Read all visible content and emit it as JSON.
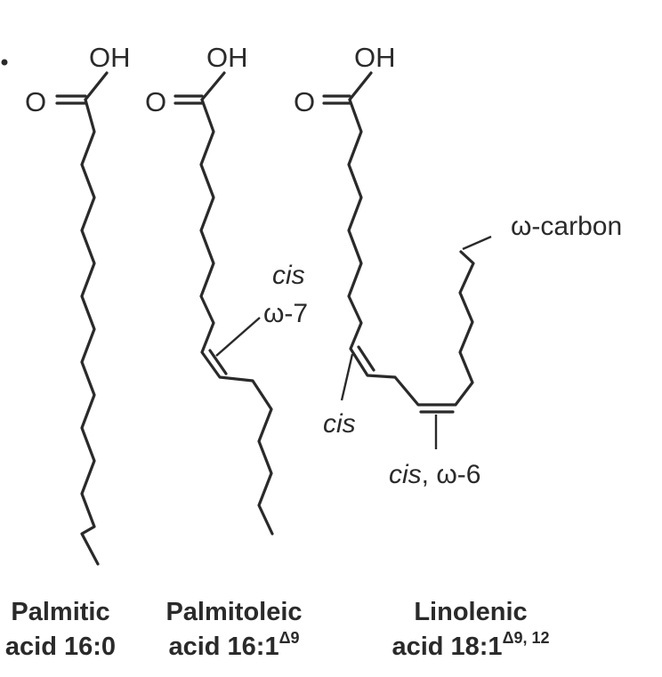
{
  "molecules": [
    {
      "id": "palmitic",
      "oh": "OH",
      "o": "O",
      "name_line1": "Palmitic",
      "name_line2": "acid 16:0",
      "superscript": ""
    },
    {
      "id": "palmitoleic",
      "oh": "OH",
      "o": "O",
      "name_line1": "Palmitoleic",
      "name_line2": "acid 16:1",
      "superscript": "Δ9",
      "cis_label": "cis",
      "omega_label": "ω-7"
    },
    {
      "id": "linolenic",
      "oh": "OH",
      "o": "O",
      "name_line1": "Linolenic",
      "name_line2": "acid 18:1",
      "superscript": "Δ9, 12",
      "cis_label": "cis",
      "cis2_label": "cis",
      "omega6_label": ", ω-6",
      "omega_carbon_label": "ω-carbon"
    }
  ],
  "colors": {
    "ink": "#2a2a2a",
    "background": "#ffffff"
  }
}
